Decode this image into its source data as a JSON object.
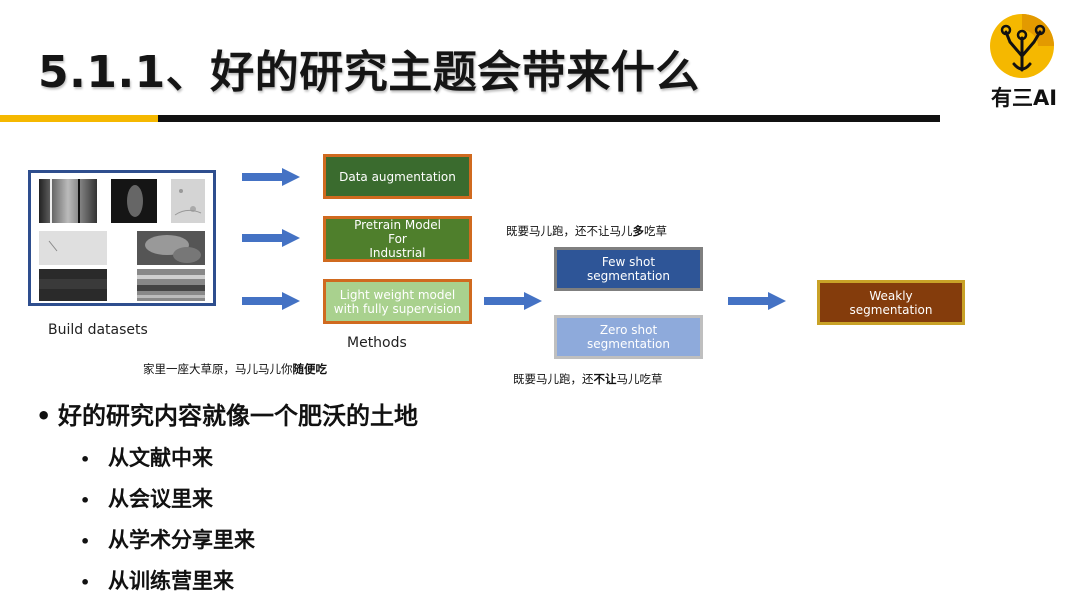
{
  "slide": {
    "title": "5.1.1、好的研究主题会带来什么",
    "logo_text": "有三AI"
  },
  "diagram": {
    "build_label": "Build datasets",
    "methods_label": "Methods",
    "boxes": {
      "data_aug": "Data augmentation",
      "pretrain": "Pretrain Model\nFor\nIndustrial",
      "light": "Light weight model with fully supervision",
      "few_shot": "Few shot segmentation",
      "zero_shot": "Zero shot segmentation",
      "weakly": "Weakly segmentation"
    },
    "captions": {
      "left_prefix": "家里一座大草原，马儿马儿你",
      "left_bold": "随便吃",
      "top_a": "既要马儿跑，还不让马儿",
      "top_b": "多",
      "top_c": "吃草",
      "bottom_a": "既要马儿跑，还",
      "bottom_b": "不让",
      "bottom_c": "马儿吃草"
    }
  },
  "bullets": {
    "main": "好的研究内容就像一个肥沃的土地",
    "sub": [
      "从文献中来",
      "从会议里来",
      "从学术分享里来",
      "从训练营里来"
    ]
  },
  "colors": {
    "accent_yellow": "#F5B800",
    "arrow_blue": "#4472C4",
    "frame_blue": "#2E4E8E"
  }
}
